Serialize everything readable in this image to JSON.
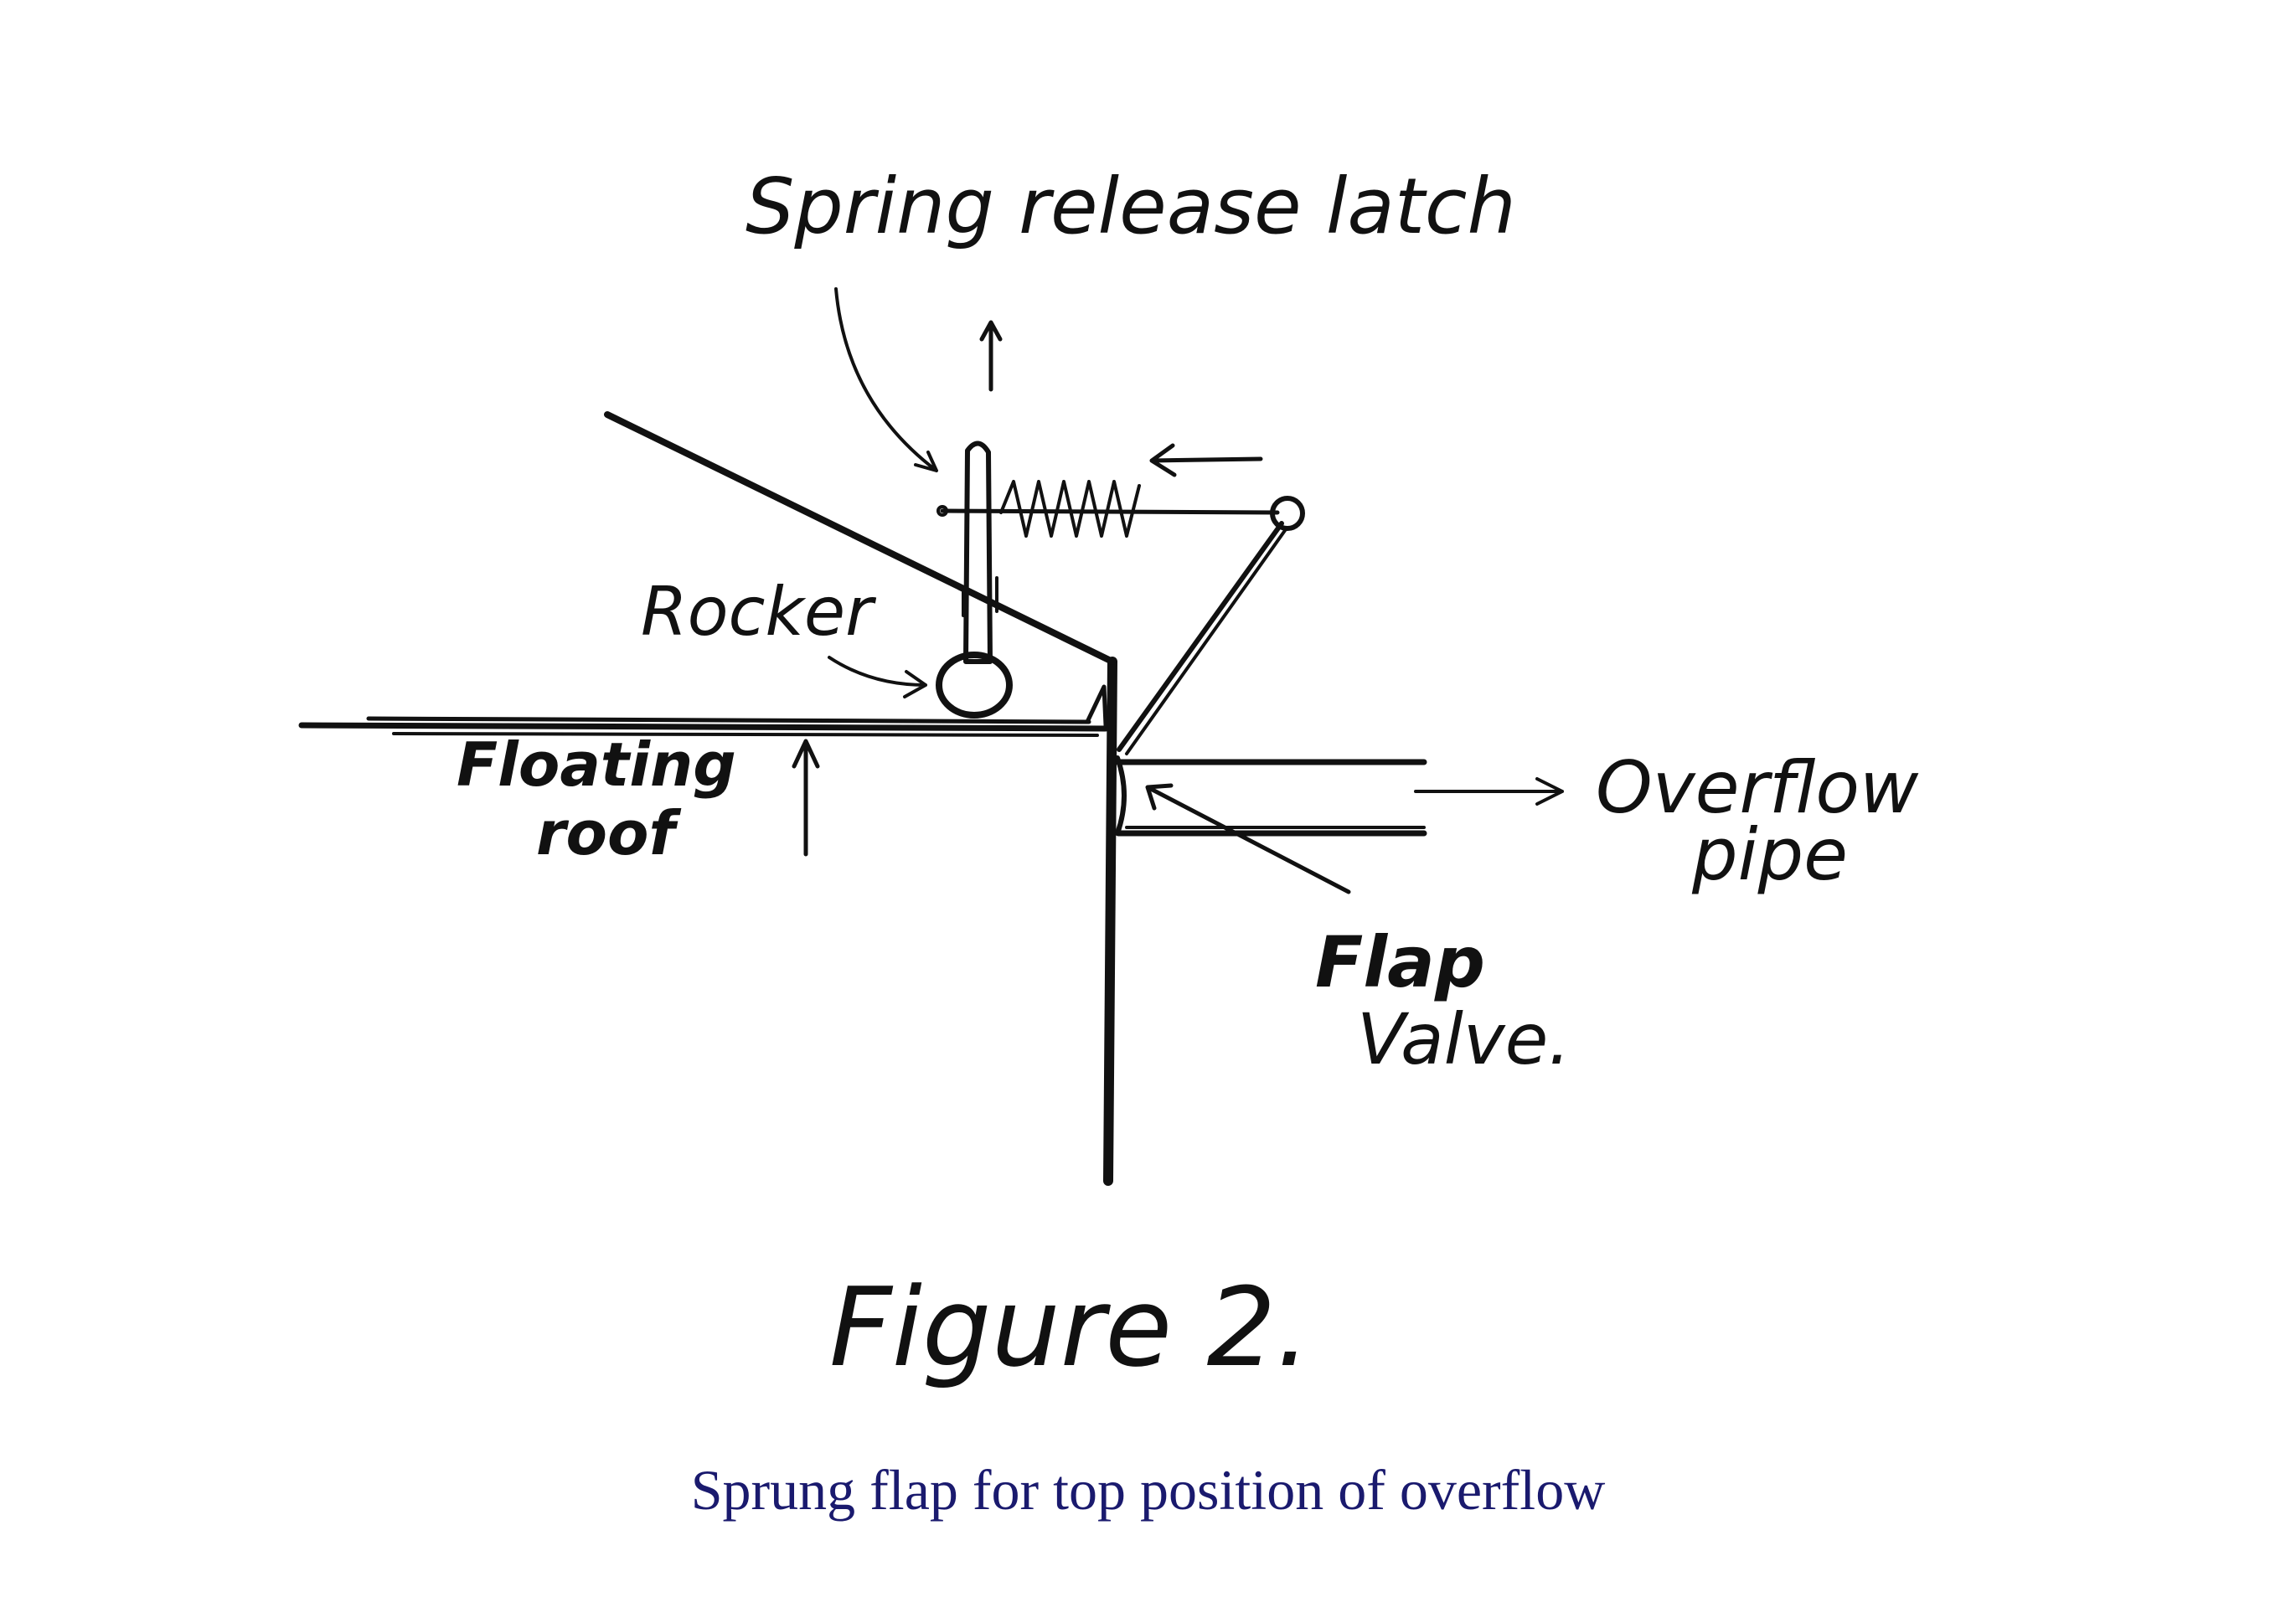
{
  "labels": {
    "spring_release_latch": "Spring release latch",
    "rocker": "Rocker",
    "floating_roof_line1": "Floating",
    "floating_roof_line2": "roof",
    "overflow_pipe_line1": "Overflow",
    "overflow_pipe_line2": "pipe",
    "flap_valve_line1": "Flap",
    "flap_valve_line2": "Valve."
  },
  "figure_label": "Figure 2.",
  "caption": "Sprung flap for top position of overflow",
  "colors": {
    "ink": "#111111",
    "caption": "#1a1a6e",
    "background": "#ffffff"
  }
}
